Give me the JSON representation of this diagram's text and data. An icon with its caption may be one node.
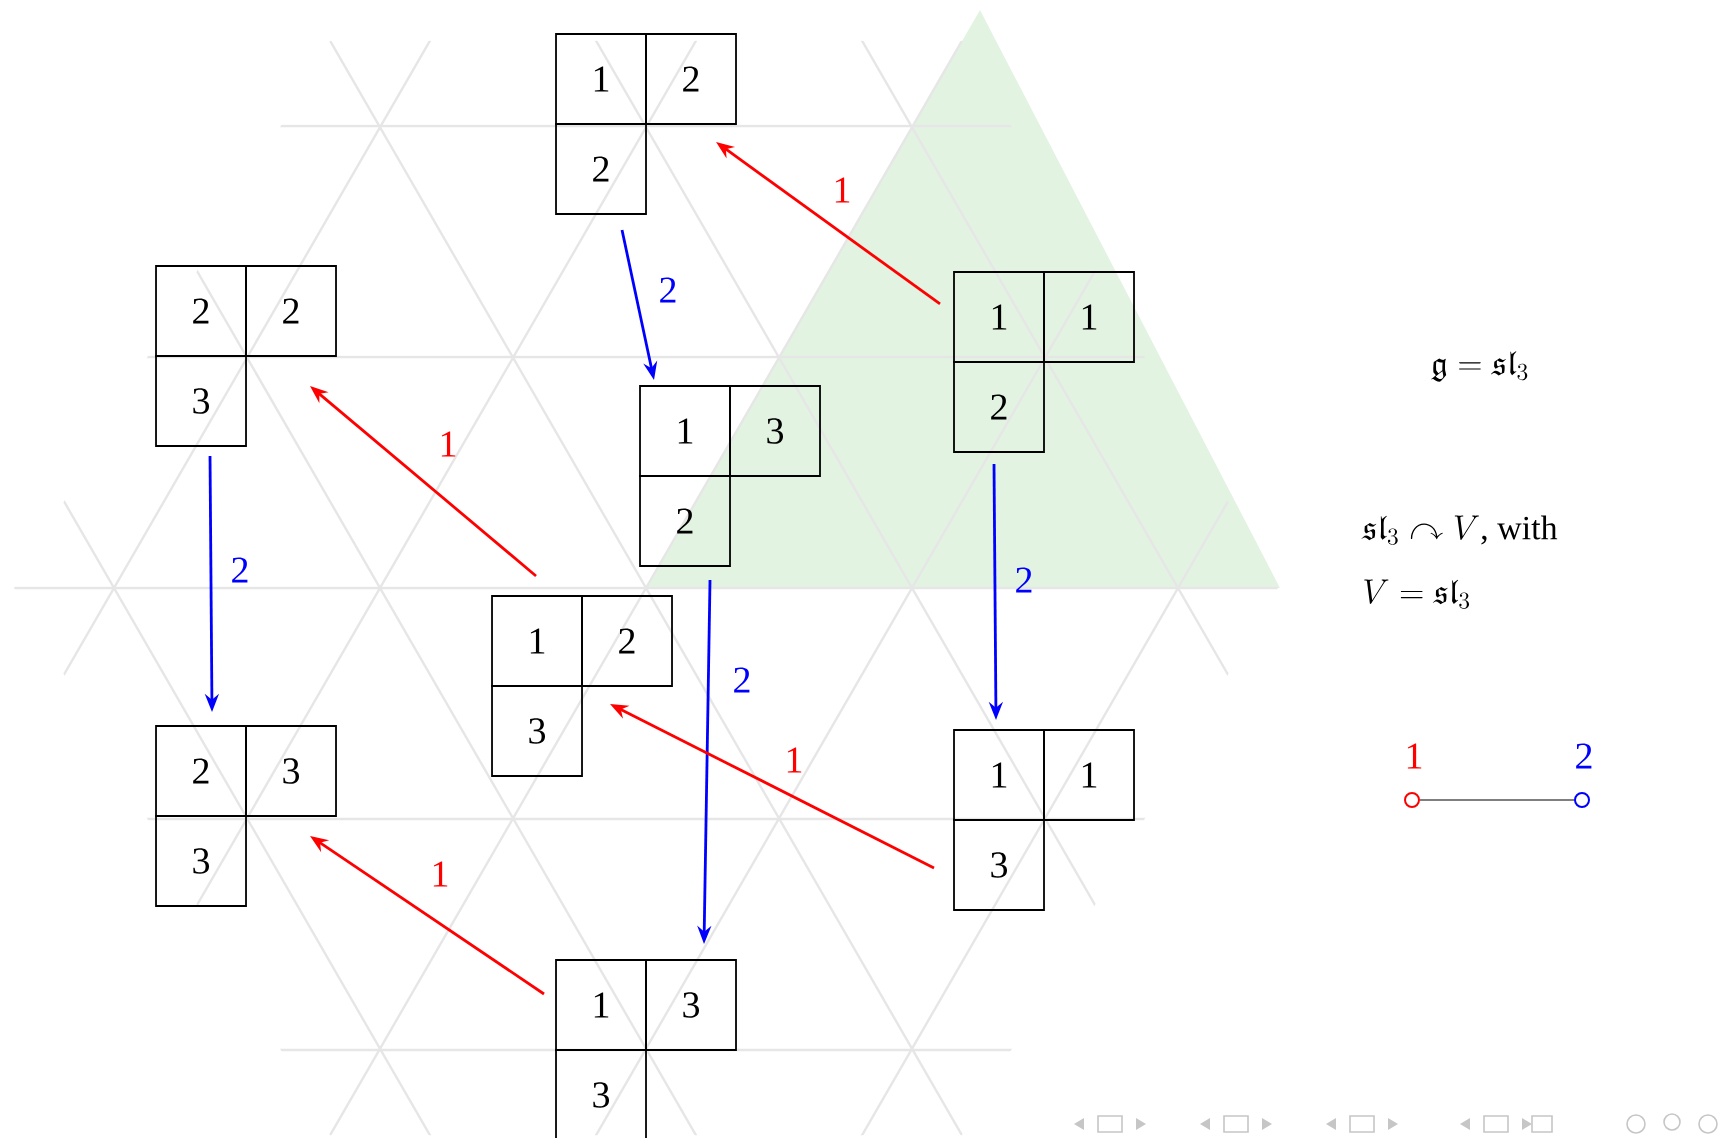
{
  "diagram": {
    "nodes": [
      {
        "text": [
          "1",
          "2",
          "2"
        ]
      },
      {
        "text": [
          "2",
          "2",
          "3"
        ]
      },
      {
        "text": [
          "1",
          "1",
          "2"
        ]
      },
      {
        "text": [
          "1",
          "3",
          "2"
        ]
      },
      {
        "text": [
          "1",
          "2",
          "3"
        ]
      },
      {
        "text": [
          "2",
          "3",
          "3"
        ]
      },
      {
        "text": [
          "1",
          "1",
          "3"
        ]
      },
      {
        "text": [
          "1",
          "3",
          "3"
        ]
      },
      {
        "text": [],
        "shape": "circle",
        "beside": [
          "1"
        ]
      },
      {
        "text": [],
        "shape": "circle",
        "beside": [
          "2"
        ]
      }
    ],
    "edges": [
      {
        "from": 2,
        "to": 0,
        "arrow": "to",
        "label": "1",
        "color": "#ff0000"
      },
      {
        "from": 0,
        "to": 3,
        "arrow": "to",
        "label": "2",
        "color": "#0000ff"
      },
      {
        "from": 2,
        "to": 6,
        "arrow": "to",
        "label": "2",
        "color": "#0000ff"
      },
      {
        "from": 4,
        "to": 1,
        "arrow": "to",
        "label": "1",
        "color": "#ff0000"
      },
      {
        "from": 1,
        "to": 5,
        "arrow": "to",
        "label": "2",
        "color": "#0000ff"
      },
      {
        "from": 3,
        "to": 7,
        "arrow": "to",
        "label": "2",
        "color": "#0000ff"
      },
      {
        "from": 6,
        "to": 4,
        "arrow": "to",
        "label": "1",
        "color": "#ff0000"
      },
      {
        "from": 7,
        "to": 5,
        "arrow": "to",
        "label": "1",
        "color": "#ff0000"
      },
      {
        "from": 8,
        "to": 9,
        "arrow": "none",
        "color": "#555555"
      }
    ],
    "labels": [
      "\\mathfrak{g} = \\mathfrak{sl}_3",
      "\\mathfrak{sl}_3 \\curvearrowright V\\text{, with}",
      "V = \\mathfrak{sl}_3"
    ]
  }
}
